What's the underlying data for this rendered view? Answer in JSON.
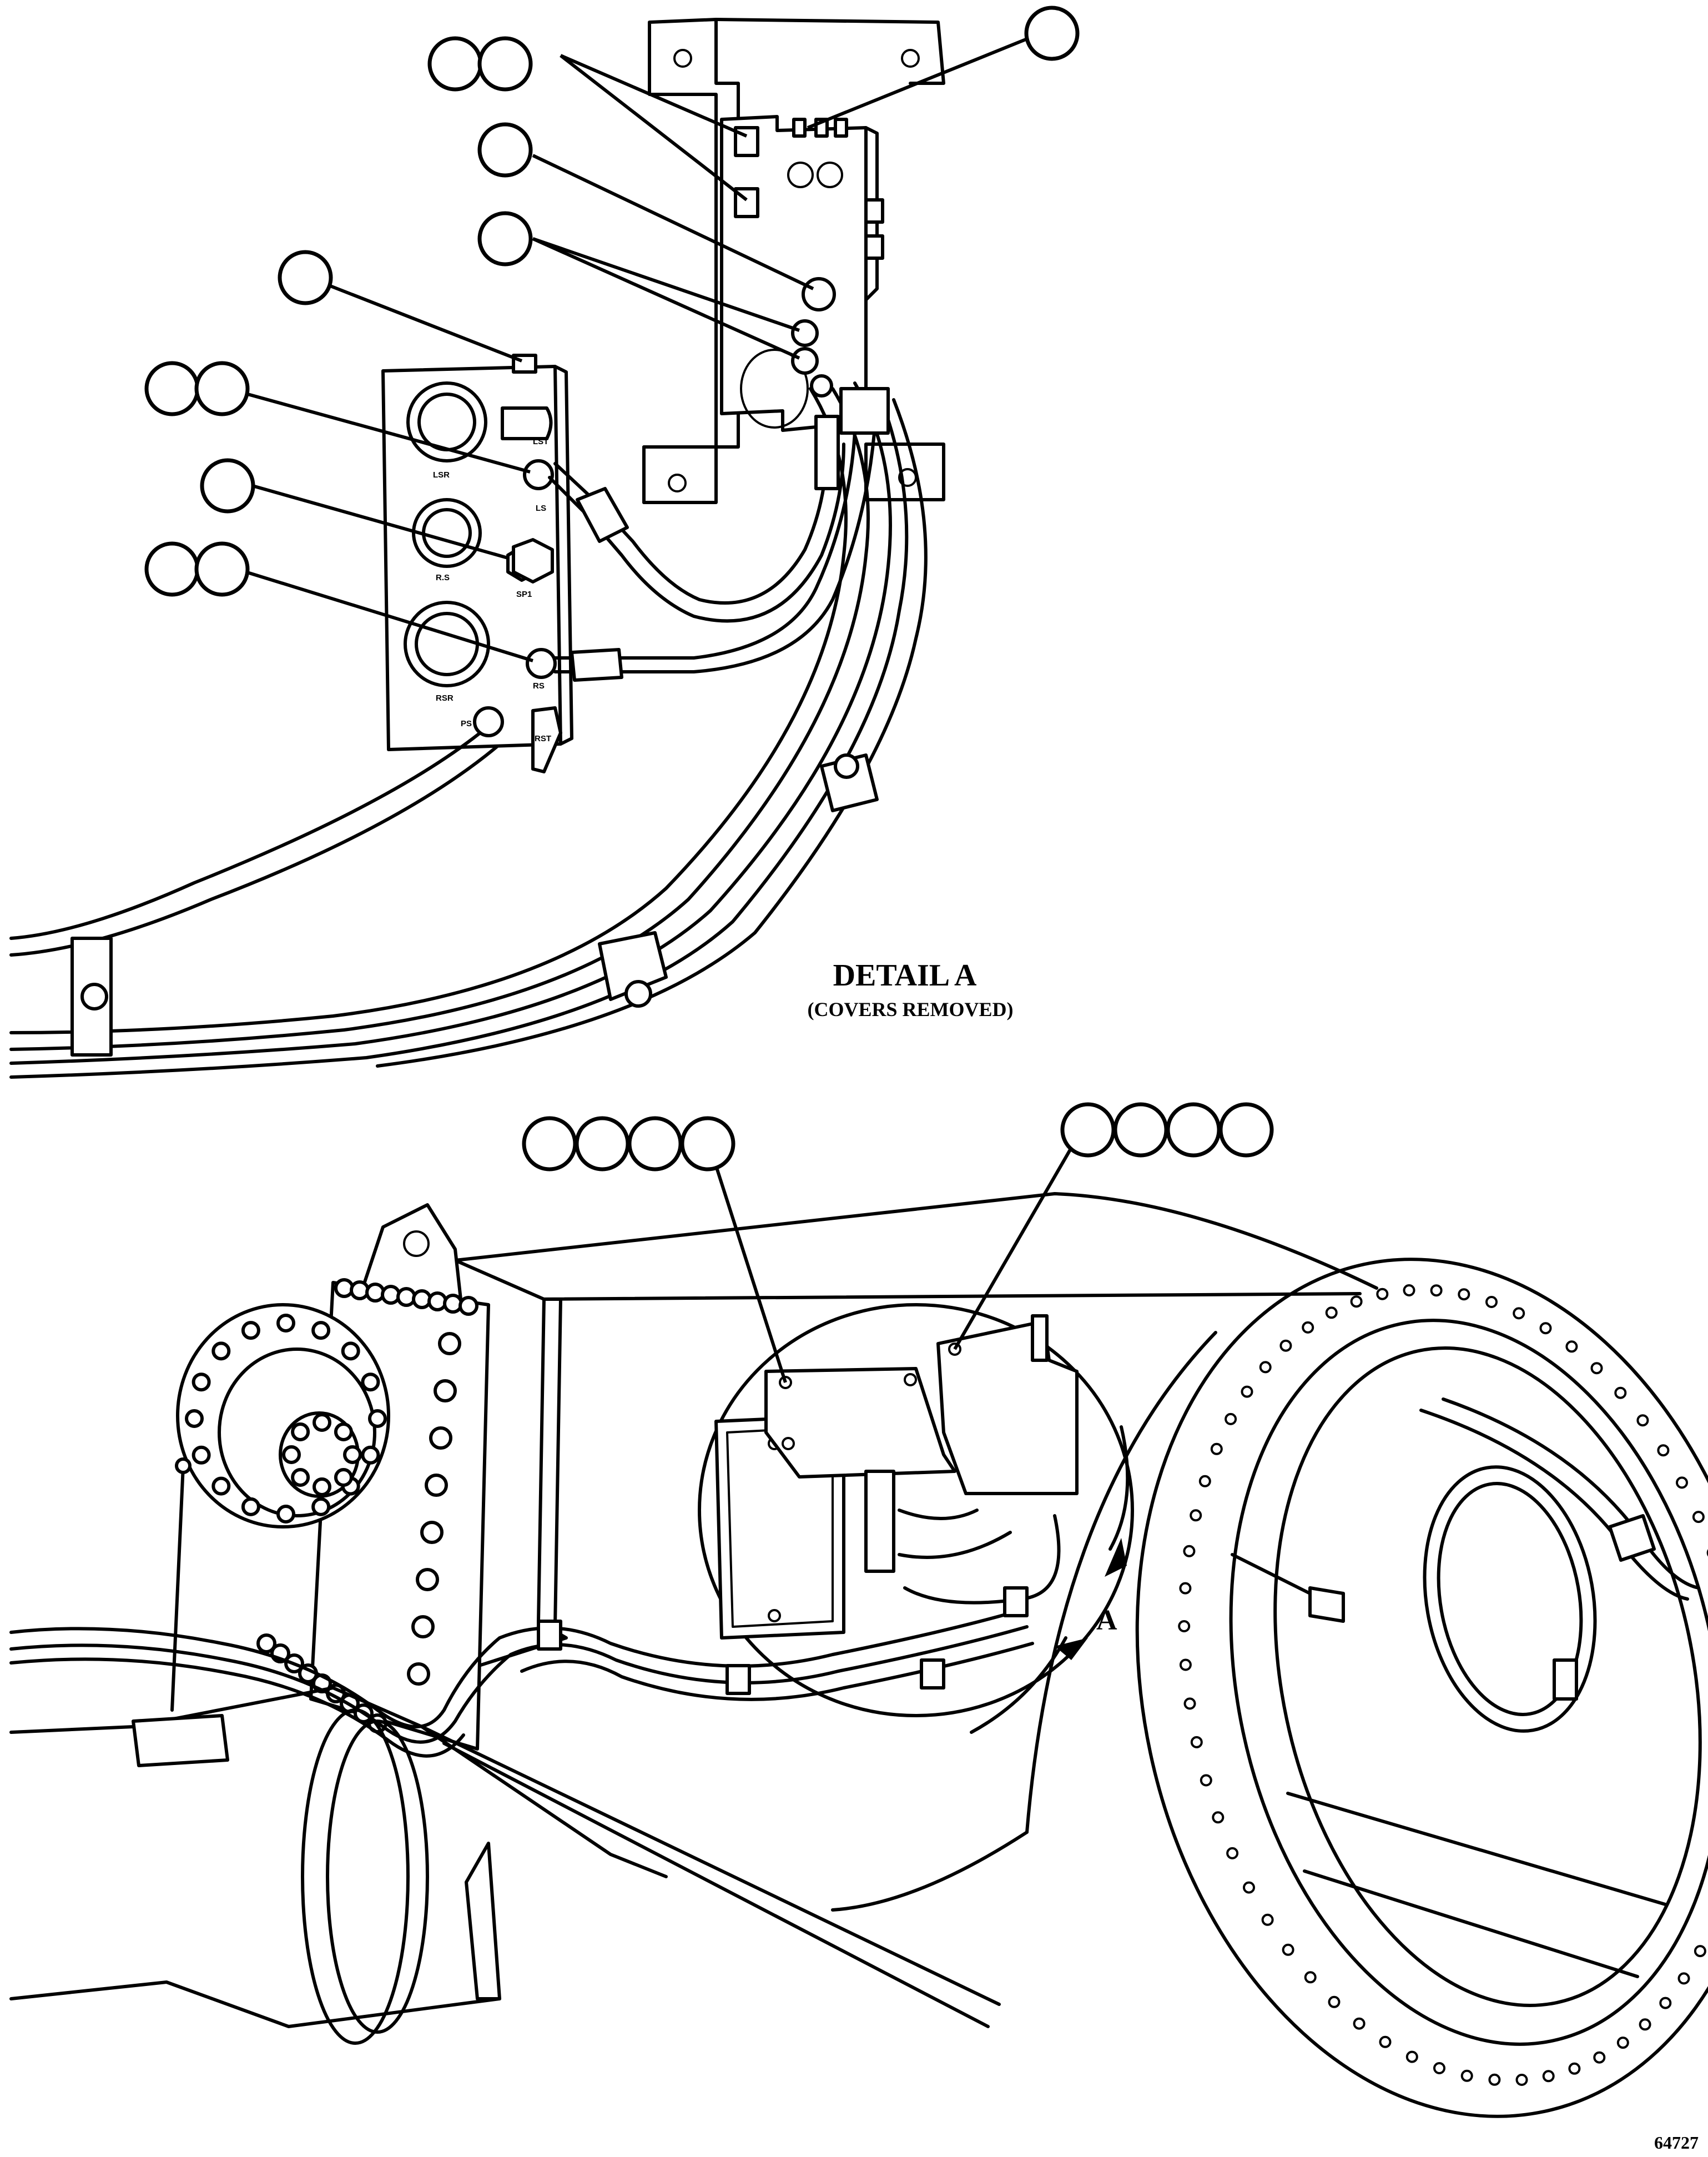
{
  "detail_title": "DETAIL A",
  "detail_subtitle": "(COVERS REMOVED)",
  "view_label": "A",
  "figure_number": "64727",
  "port_labels": {
    "lst": "LST",
    "lsr": "LSR",
    "ls": "LS",
    "rs_port": "R.S",
    "sp1": "SP1",
    "rsr": "RSR",
    "rs": "RS",
    "ps": "PS",
    "rst": "RST"
  }
}
